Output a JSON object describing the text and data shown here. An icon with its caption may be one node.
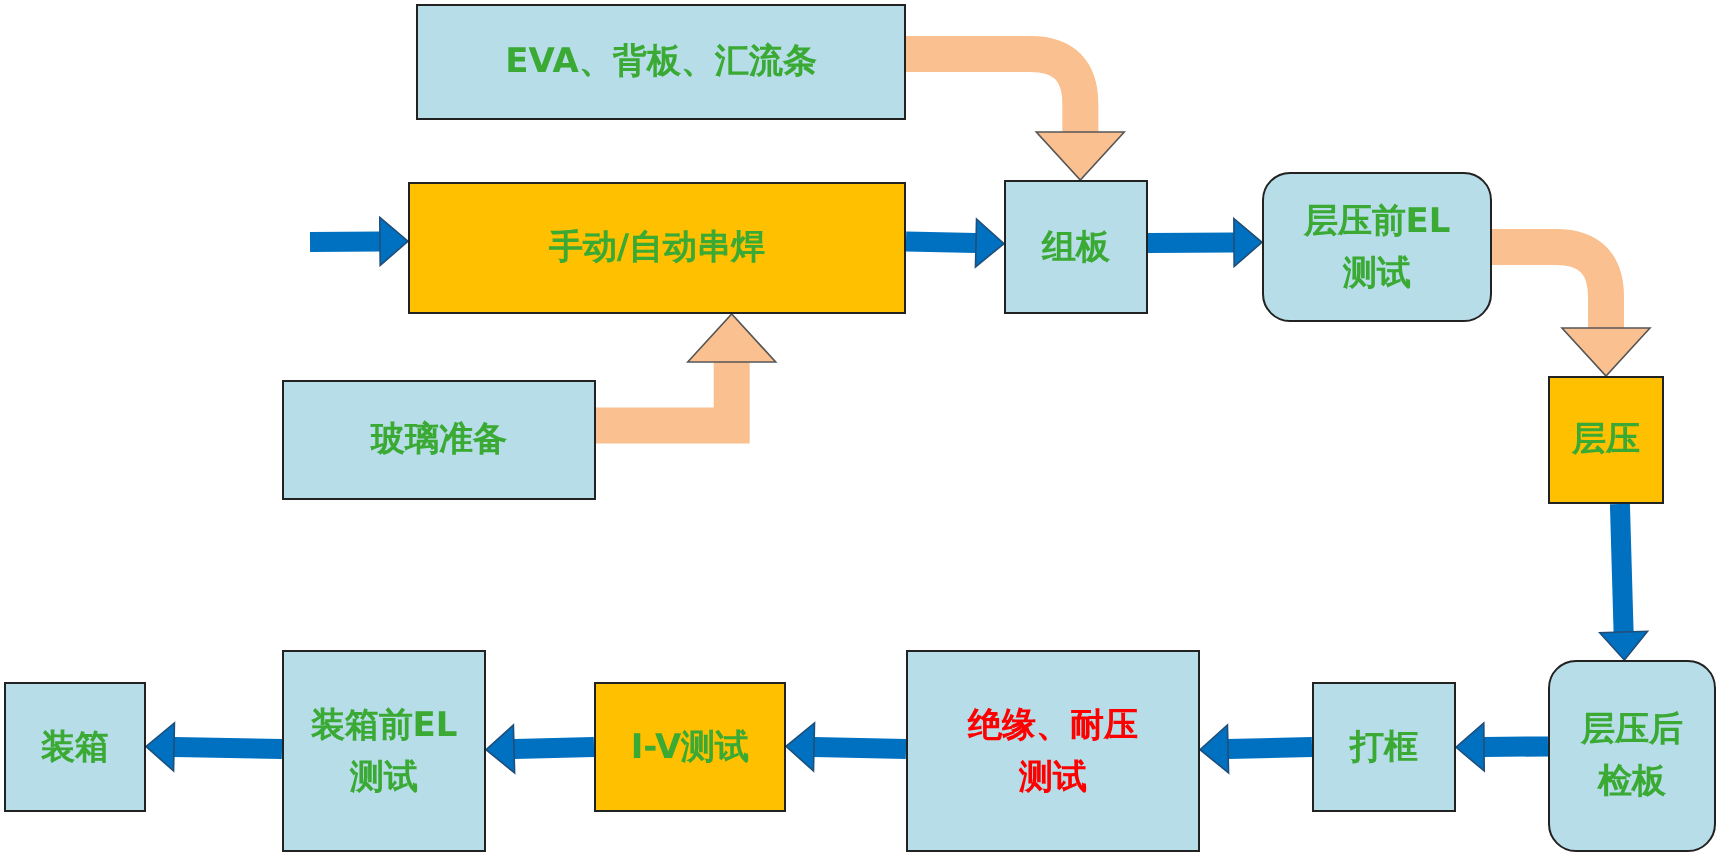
{
  "diagram": {
    "nodes": [
      {
        "text": [
          "EVA、背板、汇流条"
        ]
      },
      {
        "text": [
          "手动/自动串焊"
        ]
      },
      {
        "text": [
          "组板"
        ]
      },
      {
        "text": [
          "层压前EL测试"
        ]
      },
      {
        "text": [
          "玻璃准备"
        ]
      },
      {
        "text": [
          "层压"
        ]
      },
      {
        "text": [
          "层压后检板"
        ]
      },
      {
        "text": [
          "打框"
        ]
      },
      {
        "text": [
          "绝缘、耐压测试"
        ]
      },
      {
        "text": [
          "I-V测试"
        ]
      },
      {
        "text": [
          "装箱前EL测试"
        ]
      },
      {
        "text": [
          "装箱"
        ]
      }
    ],
    "edges": [
      {
        "from": null,
        "to": 1,
        "arrow": "to"
      },
      {
        "from": 1,
        "to": 2,
        "arrow": "to"
      },
      {
        "from": 0,
        "to": 2,
        "arrow": "to",
        "style": "thick",
        "color": "#fac090"
      },
      {
        "from": 4,
        "to": 1,
        "arrow": "to",
        "style": "thick",
        "color": "#fac090"
      },
      {
        "from": 2,
        "to": 3,
        "arrow": "to"
      },
      {
        "from": 3,
        "to": 5,
        "arrow": "to",
        "style": "thick",
        "color": "#fac090"
      },
      {
        "from": 5,
        "to": 6,
        "arrow": "to"
      },
      {
        "from": 6,
        "to": 7,
        "arrow": "to"
      },
      {
        "from": 7,
        "to": 8,
        "arrow": "to"
      },
      {
        "from": 8,
        "to": 9,
        "arrow": "to"
      },
      {
        "from": 9,
        "to": 10,
        "arrow": "to"
      },
      {
        "from": 10,
        "to": 11,
        "arrow": "to"
      }
    ]
  }
}
